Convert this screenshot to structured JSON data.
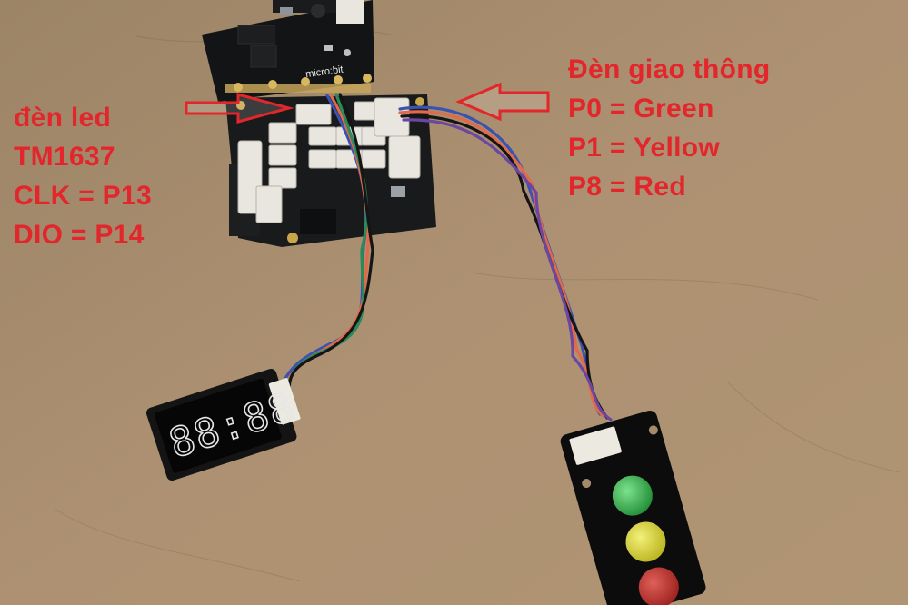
{
  "left_label": {
    "title": "đèn led",
    "model": "TM1637",
    "clk": "CLK = P13",
    "dio": "DIO = P14"
  },
  "right_label": {
    "title": "Đèn giao thông",
    "p0": "P0 = Green",
    "p1": "P1 = Yellow",
    "p8": "P8 = Red"
  },
  "board": {
    "microbit_text": "micro:bit"
  },
  "display": {
    "digits": "88:88"
  },
  "colors": {
    "annotation": "#e3262b",
    "table": "#a58a6c",
    "led_green": "#2fa845",
    "led_yellow": "#d9d21f",
    "led_red": "#c32a26"
  }
}
